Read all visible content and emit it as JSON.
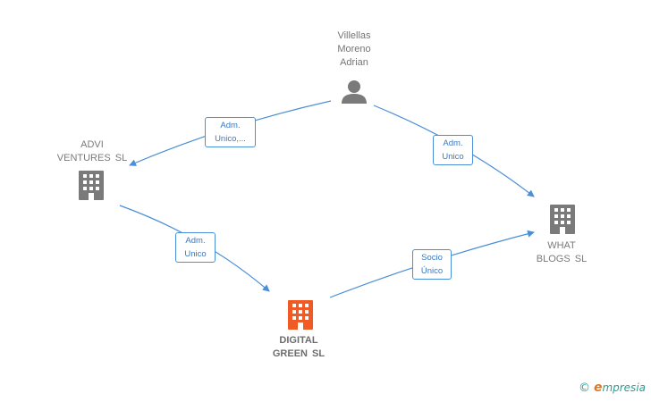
{
  "nodes": {
    "person": {
      "label": "Villellas\nMoreno\nAdrian",
      "icon": "person-icon"
    },
    "advi": {
      "label": "ADVI\nVENTURES  SL",
      "icon": "building-icon"
    },
    "what": {
      "label": "WHAT\nBLOGS  SL",
      "icon": "building-icon"
    },
    "digital": {
      "label": "DIGITAL\nGREEN  SL",
      "icon": "building-icon"
    }
  },
  "edges": {
    "person_advi": "Adm.\nUnico,...",
    "person_what": "Adm.\nUnico",
    "advi_digital": "Adm.\nUnico",
    "digital_what": "Socio\nÚnico"
  },
  "brand": {
    "copyright": "©",
    "name": "mpresia",
    "initial": "e"
  },
  "colors": {
    "edge": "#4a8fd8",
    "node_gray": "#7a7a7a",
    "node_focus": "#f05a24"
  }
}
